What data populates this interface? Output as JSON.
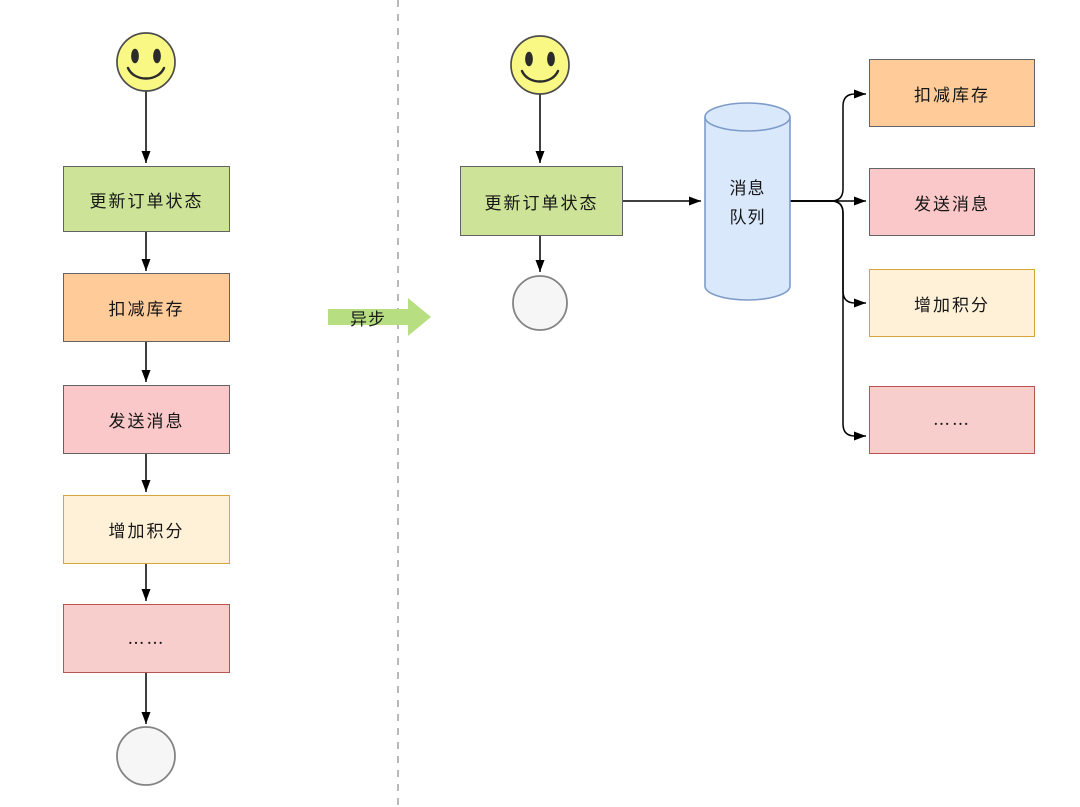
{
  "divider": {
    "style": "dashed",
    "color": "#B9B9B9"
  },
  "transform_arrow": {
    "label": "异步",
    "fill": "#B7DF82"
  },
  "left_flow": {
    "start_icon": "smiley-face",
    "nodes": [
      {
        "label": "更新订单状态",
        "fill": "#CDE498",
        "stroke": "#636363"
      },
      {
        "label": "扣减库存",
        "fill": "#FFCC99",
        "stroke": "#636363"
      },
      {
        "label": "发送消息",
        "fill": "#FAC8C8",
        "stroke": "#636363"
      },
      {
        "label": "增加积分",
        "fill": "#FFF1D8",
        "stroke": "#D6A53C"
      },
      {
        "label": "……",
        "fill": "#F8CECC",
        "stroke": "#B85450"
      }
    ],
    "end_icon": "end-circle"
  },
  "right_flow": {
    "start_icon": "smiley-face",
    "producer": {
      "label": "更新订单状态",
      "fill": "#CDE498",
      "stroke": "#636363"
    },
    "end_icon": "end-circle",
    "queue": {
      "label": "消息\n队列",
      "shape": "cylinder",
      "fill": "#DAE8FC",
      "stroke": "#7E9CC9"
    },
    "consumers": [
      {
        "label": "扣减库存",
        "fill": "#FFCC99",
        "stroke": "#636363"
      },
      {
        "label": "发送消息",
        "fill": "#FAC8C8",
        "stroke": "#636363"
      },
      {
        "label": "增加积分",
        "fill": "#FFF1D8",
        "stroke": "#D6A53C"
      },
      {
        "label": "……",
        "fill": "#F8CECC",
        "stroke": "#B85450"
      }
    ]
  }
}
